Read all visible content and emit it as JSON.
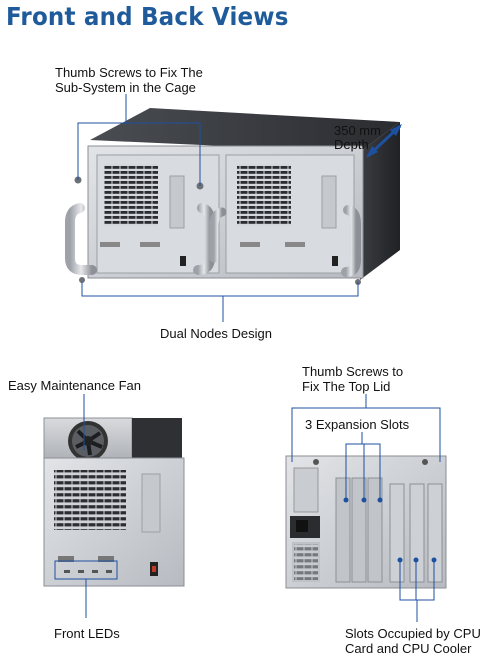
{
  "title": "Front and Back Views",
  "captions": {
    "thumb_screws_cage": [
      "Thumb Screws to Fix The",
      "Sub-System in the Cage"
    ],
    "depth": [
      "350 mm",
      "Depth"
    ],
    "dual_nodes": "Dual Nodes Design",
    "easy_fan": "Easy Maintenance Fan",
    "front_leds": "Front LEDs",
    "thumb_screws_lid": [
      "Thumb Screws to",
      "Fix The Top Lid"
    ],
    "expansion_slots": "3 Expansion Slots",
    "slots_occupied": [
      "Slots Occupied by CPU",
      "Card and CPU Cooler"
    ]
  },
  "colors": {
    "title": "#1f5a9a",
    "callout_line": "#1e50a0",
    "arrow": "#1e50a0"
  }
}
